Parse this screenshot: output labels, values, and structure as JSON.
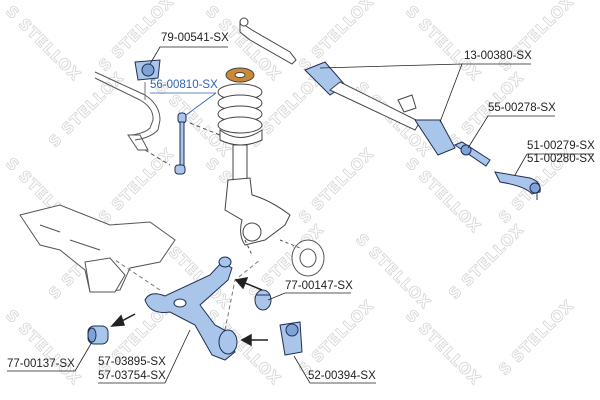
{
  "watermark": "STELLOX",
  "colors": {
    "part_fill": "#a9c6ea",
    "part_stroke": "#1f2f55",
    "highlight_label": "#2f62b8",
    "label": "#222222",
    "spring_top": "#c98a3a"
  },
  "labels": {
    "stabilizer_bushing": "79-00541-SX",
    "stabilizer_link": "56-00810-SX",
    "steering_rack_boot": "13-00380-SX",
    "inner_tie_rod": "55-00278-SX",
    "tie_rod_end_1": "51-00279-SX",
    "tie_rod_end_2": "51-00280-SX",
    "arm_rear_bushing": "77-00147-SX",
    "arm_front_bushing": "77-00137-SX",
    "control_arm_1": "57-03895-SX",
    "control_arm_2": "57-03754-SX",
    "ball_joint": "52-00394-SX"
  }
}
